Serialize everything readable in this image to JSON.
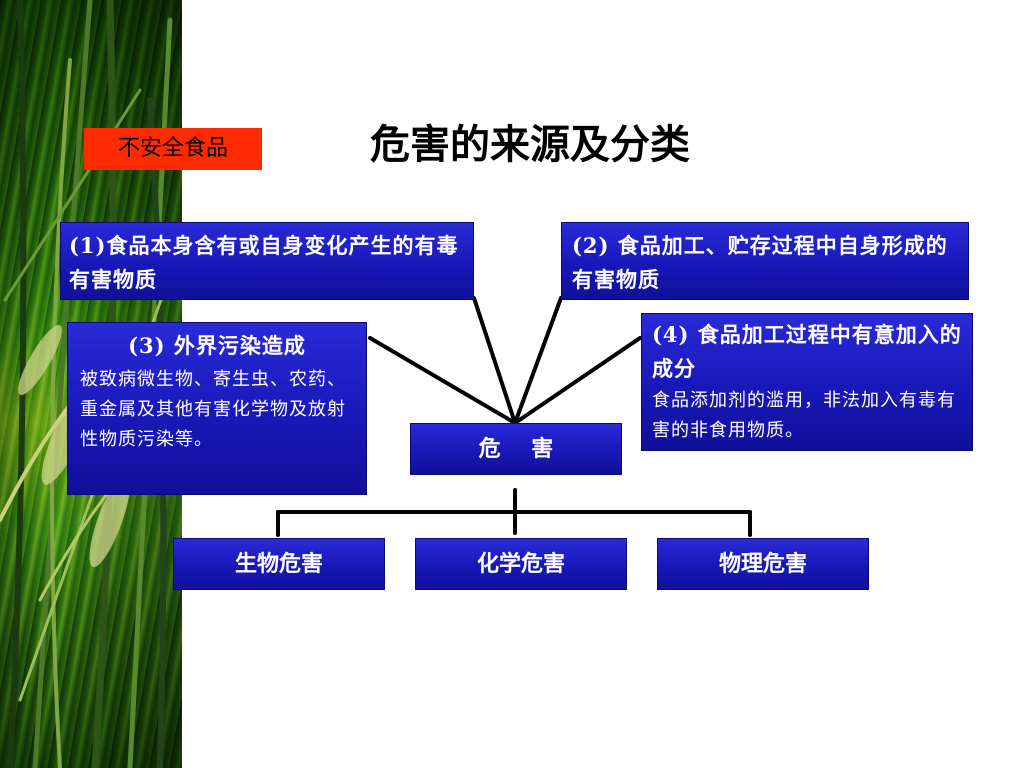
{
  "slide": {
    "title": "危害的来源及分类",
    "tag": "不安全食品"
  },
  "sources": [
    {
      "head": "(1)食品本身含有或自身变化产生的有毒有害物质"
    },
    {
      "head": "(2) 食品加工、贮存过程中自身形成的有害物质"
    },
    {
      "head": "(3) 外界污染造成",
      "body": "被致病微生物、寄生虫、农药、重金属及其他有害化学物及放射性物质污染等。"
    },
    {
      "head": "(4) 食品加工过程中有意加入的成分",
      "body": "食品添加剂的滥用，非法加入有毒有害的非食用物质。"
    }
  ],
  "center": "危    害",
  "categories": [
    "生物危害",
    "化学危害",
    "物理危害"
  ],
  "colors": {
    "box": "#1818b8",
    "tag": "#ff2a00"
  }
}
